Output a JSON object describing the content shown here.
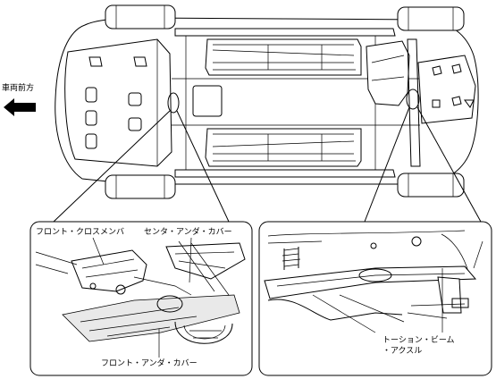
{
  "direction": {
    "label": "車両前方",
    "arrow_icon": "arrow-left-icon"
  },
  "callouts": {
    "left": {
      "front_cross_member": "フロント・クロスメンバ",
      "center_under_cover": "センタ・アンダ・カバー",
      "front_under_cover": "フロント・アンダ・カバー"
    },
    "right": {
      "torsion_beam_line1": "トーション・ビーム",
      "torsion_beam_line2": "・アクスル"
    }
  },
  "colors": {
    "line": "#000000",
    "background": "#ffffff",
    "shade": "#e9e9e9"
  }
}
